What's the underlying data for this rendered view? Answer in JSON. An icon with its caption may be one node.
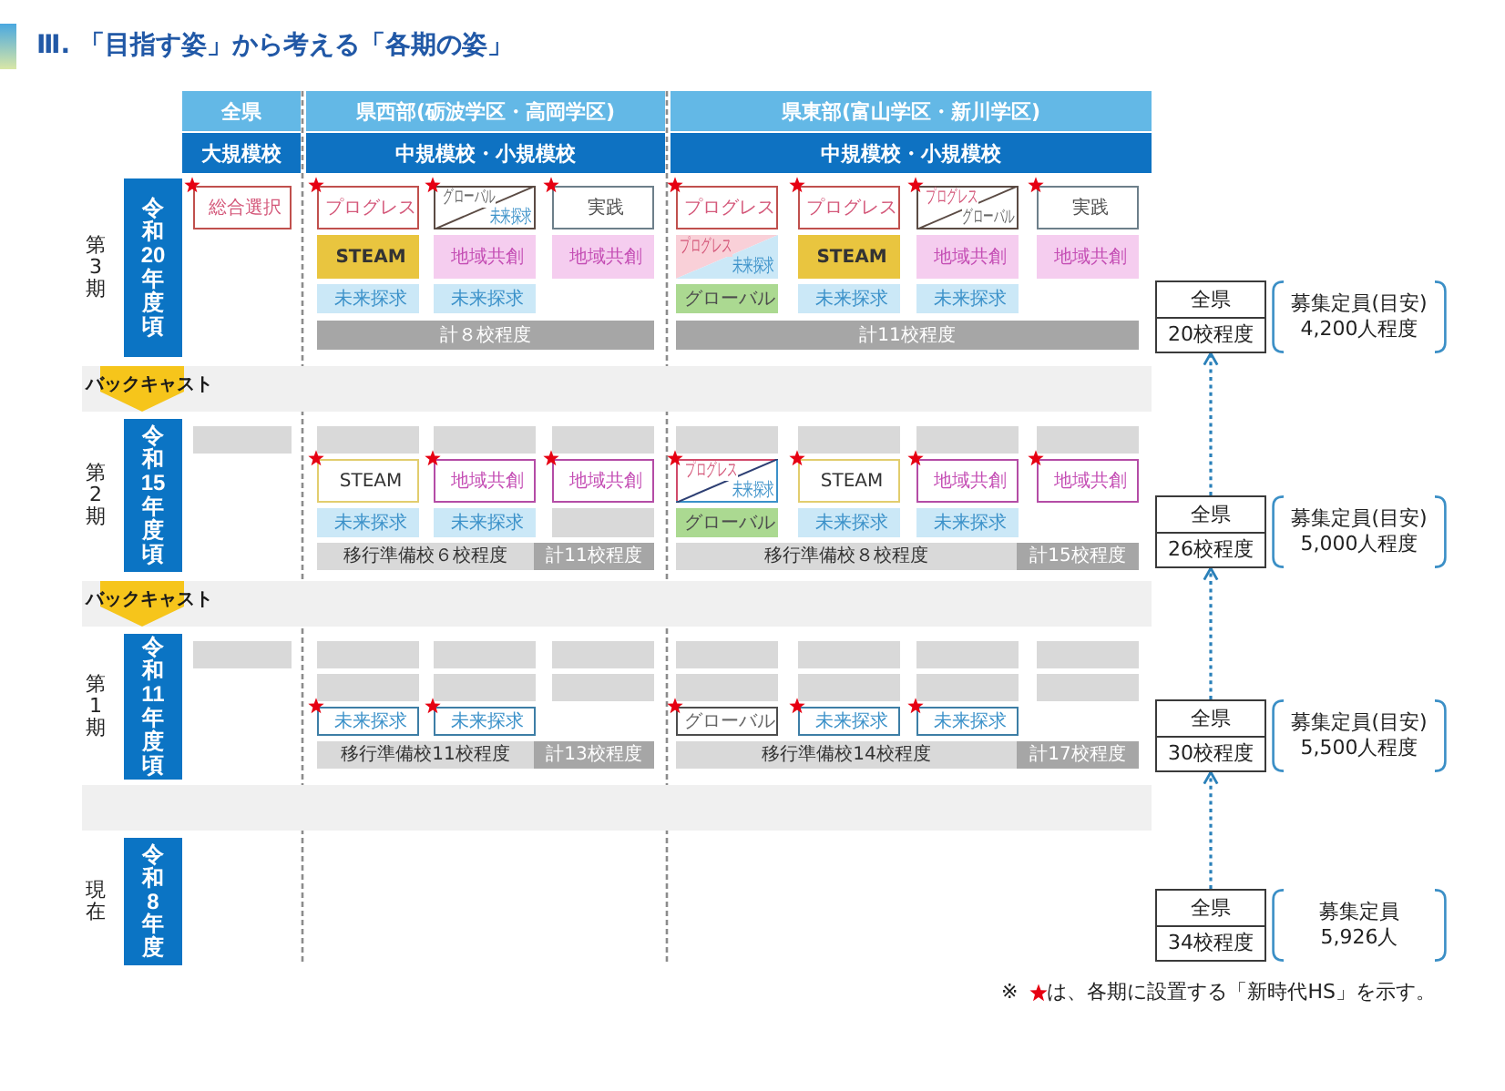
{
  "diagram": {
    "title": "Ⅲ. 「目指す姿」から考える「各期の姿」",
    "nodes": [
      {
        "text": [
          "全県"
        ]
      },
      {
        "text": [
          "県西部(砺波学区・高岡学区)"
        ]
      },
      {
        "text": [
          "県東部(富山学区・新川学区)"
        ]
      },
      {
        "text": [
          "大規模校"
        ]
      },
      {
        "text": [
          "中規模校・小規模校"
        ]
      },
      {
        "text": [
          "中規模校・小規模校"
        ]
      },
      {
        "text": [
          "令和20年度頃"
        ],
        "beside": [
          "第3期"
        ]
      },
      {
        "text": [
          "総合選択"
        ]
      },
      {
        "text": [
          "プログレス"
        ]
      },
      {
        "text": [
          "グローバル",
          "未来探求"
        ]
      },
      {
        "text": [
          "実践"
        ]
      },
      {
        "text": [
          "プログレス"
        ]
      },
      {
        "text": [
          "プログレス"
        ]
      },
      {
        "text": [
          "プログレス",
          "グローバル"
        ]
      },
      {
        "text": [
          "実践"
        ]
      },
      {
        "text": [
          "STEAM"
        ]
      },
      {
        "text": [
          "地域共創"
        ]
      },
      {
        "text": [
          "地域共創"
        ]
      },
      {
        "text": [
          "プログレス",
          "未来探求"
        ]
      },
      {
        "text": [
          "STEAM"
        ]
      },
      {
        "text": [
          "地域共創"
        ]
      },
      {
        "text": [
          "地域共創"
        ]
      },
      {
        "text": [
          "未来探求"
        ]
      },
      {
        "text": [
          "未来探求"
        ]
      },
      {
        "text": [
          "グローバル"
        ]
      },
      {
        "text": [
          "未来探求"
        ]
      },
      {
        "text": [
          "未来探求"
        ]
      },
      {
        "text": [
          "計８校程度"
        ]
      },
      {
        "text": [
          "計11校程度"
        ]
      },
      {
        "text": [
          "全県",
          "20校程度"
        ],
        "beside": [
          "募集定員(目安)",
          "4,200人程度"
        ]
      },
      {
        "text": [
          "バックキャスト"
        ]
      },
      {
        "text": [
          "令和15年度頃"
        ],
        "beside": [
          "第2期"
        ]
      },
      {
        "text": [],
        "shape": "box"
      },
      {
        "text": [],
        "shape": "box"
      },
      {
        "text": [],
        "shape": "box"
      },
      {
        "text": [],
        "shape": "box"
      },
      {
        "text": [],
        "shape": "box"
      },
      {
        "text": [],
        "shape": "box"
      },
      {
        "text": [],
        "shape": "box"
      },
      {
        "text": [],
        "shape": "box"
      },
      {
        "text": [
          "STEAM"
        ]
      },
      {
        "text": [
          "地域共創"
        ]
      },
      {
        "text": [
          "地域共創"
        ]
      },
      {
        "text": [
          "プログレス",
          "未来探求"
        ]
      },
      {
        "text": [
          "STEAM"
        ]
      },
      {
        "text": [
          "地域共創"
        ]
      },
      {
        "text": [
          "地域共創"
        ]
      },
      {
        "text": [
          "未来探求"
        ]
      },
      {
        "text": [
          "未来探求"
        ]
      },
      {
        "text": [],
        "shape": "box"
      },
      {
        "text": [
          "グローバル"
        ]
      },
      {
        "text": [
          "未来探求"
        ]
      },
      {
        "text": [
          "未来探求"
        ]
      },
      {
        "text": [
          "移行準備校６校程度"
        ]
      },
      {
        "text": [
          "計11校程度"
        ]
      },
      {
        "text": [
          "移行準備校８校程度"
        ]
      },
      {
        "text": [
          "計15校程度"
        ]
      },
      {
        "text": [
          "全県",
          "26校程度"
        ],
        "beside": [
          "募集定員(目安)",
          "5,000人程度"
        ]
      },
      {
        "text": [
          "バックキャスト"
        ]
      },
      {
        "text": [
          "令和11年度頃"
        ],
        "beside": [
          "第1期"
        ]
      },
      {
        "text": [],
        "shape": "box"
      },
      {
        "text": [],
        "shape": "box"
      },
      {
        "text": [],
        "shape": "box"
      },
      {
        "text": [],
        "shape": "box"
      },
      {
        "text": [],
        "shape": "box"
      },
      {
        "text": [],
        "shape": "box"
      },
      {
        "text": [],
        "shape": "box"
      },
      {
        "text": [],
        "shape": "box"
      },
      {
        "text": [],
        "shape": "box"
      },
      {
        "text": [],
        "shape": "box"
      },
      {
        "text": [],
        "shape": "box"
      },
      {
        "text": [],
        "shape": "box"
      },
      {
        "text": [],
        "shape": "box"
      },
      {
        "text": [],
        "shape": "box"
      },
      {
        "text": [],
        "shape": "box"
      },
      {
        "text": [
          "未来探求"
        ]
      },
      {
        "text": [
          "未来探求"
        ]
      },
      {
        "text": [
          "グローバル"
        ]
      },
      {
        "text": [
          "未来探求"
        ]
      },
      {
        "text": [
          "未来探求"
        ]
      },
      {
        "text": [
          "移行準備校11校程度"
        ]
      },
      {
        "text": [
          "計13校程度"
        ]
      },
      {
        "text": [
          "移行準備校14校程度"
        ]
      },
      {
        "text": [
          "計17校程度"
        ]
      },
      {
        "text": [
          "全県",
          "30校程度"
        ],
        "beside": [
          "募集定員(目安)",
          "5,500人程度"
        ]
      },
      {
        "text": [],
        "shape": "bar"
      },
      {
        "text": [
          "令和8年度"
        ],
        "beside": [
          "現在"
        ]
      },
      {
        "text": [
          "全県",
          "34校程度"
        ],
        "beside": [
          "募集定員",
          "5,926人"
        ]
      }
    ],
    "edges": [
      {
        "from": 87,
        "to": 84,
        "arrow": "to",
        "style": "dashed"
      },
      {
        "from": 84,
        "to": 57,
        "arrow": "to",
        "style": "dashed"
      },
      {
        "from": 57,
        "to": 29,
        "arrow": "to",
        "style": "dashed"
      }
    ],
    "labels": [
      "※"
    ],
    "legend": [
      {
        "text": "は、各期に設置する「新時代HS」を示す。"
      }
    ]
  }
}
